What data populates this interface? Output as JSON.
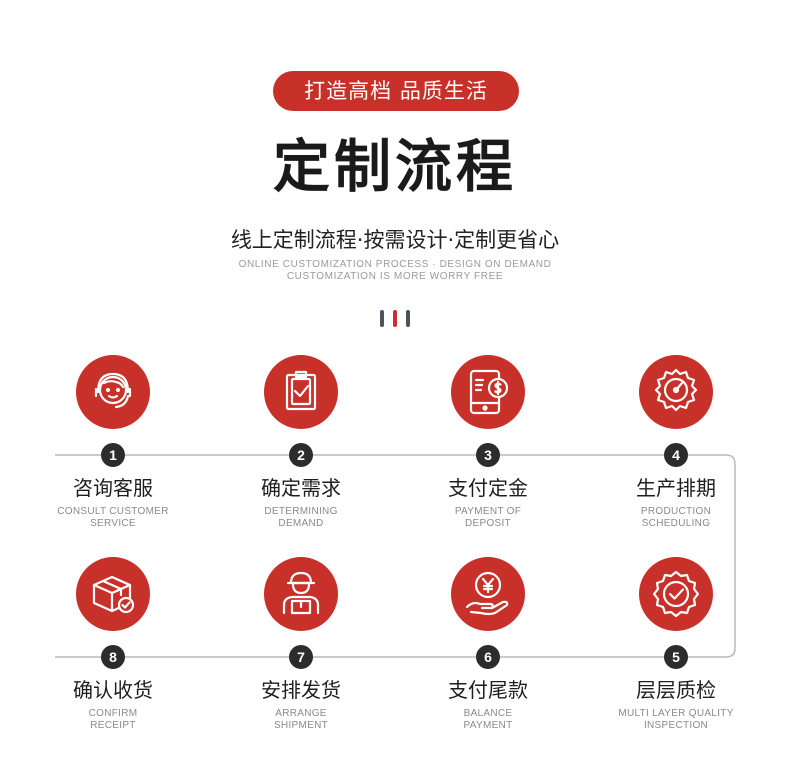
{
  "header": {
    "pill_text": "打造高档 品质生活",
    "title": "定制流程",
    "subtitle": "线上定制流程·按需设计·定制更省心",
    "en_line1": "ONLINE CUSTOMIZATION PROCESS · DESIGN ON DEMAND",
    "en_line2": "CUSTOMIZATION IS MORE WORRY FREE"
  },
  "colors": {
    "accent": "#c8302a",
    "dark": "#2c2c2c",
    "divider_bars": [
      "#4a5560",
      "#c8302a",
      "#4a5560"
    ]
  },
  "steps": [
    {
      "num": "1",
      "cn": "咨询客服",
      "en1": "CONSULT CUSTOMER",
      "en2": "SERVICE",
      "icon": "customer-service-icon"
    },
    {
      "num": "2",
      "cn": "确定需求",
      "en1": "DETERMINING",
      "en2": "DEMAND",
      "icon": "clipboard-check-icon"
    },
    {
      "num": "3",
      "cn": "支付定金",
      "en1": "PAYMENT OF",
      "en2": "DEPOSIT",
      "icon": "phone-payment-icon"
    },
    {
      "num": "4",
      "cn": "生产排期",
      "en1": "PRODUCTION",
      "en2": "SCHEDULING",
      "icon": "gear-gauge-icon"
    },
    {
      "num": "5",
      "cn": "层层质检",
      "en1": "MULTI LAYER QUALITY",
      "en2": "INSPECTION",
      "icon": "quality-badge-icon"
    },
    {
      "num": "6",
      "cn": "支付尾款",
      "en1": "BALANCE",
      "en2": "PAYMENT",
      "icon": "yuan-coin-hand-icon"
    },
    {
      "num": "7",
      "cn": "安排发货",
      "en1": "ARRANGE",
      "en2": "SHIPMENT",
      "icon": "delivery-person-icon"
    },
    {
      "num": "8",
      "cn": "确认收货",
      "en1": "CONFIRM",
      "en2": "RECEIPT",
      "icon": "package-check-icon"
    }
  ]
}
